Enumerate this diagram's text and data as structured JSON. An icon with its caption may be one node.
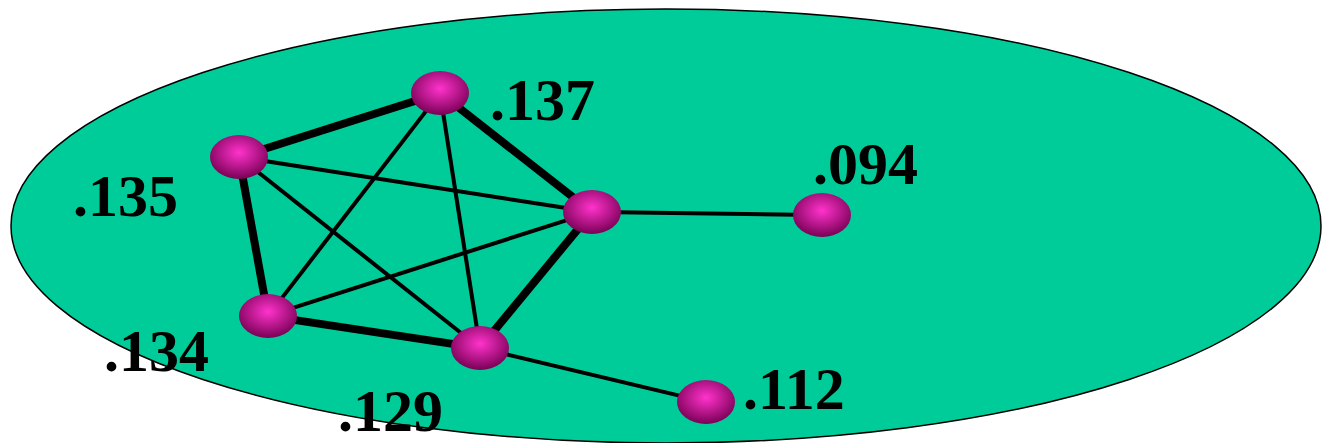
{
  "diagram": {
    "nodes": [
      {
        "text": [],
        "shape": "ellipse"
      },
      {
        "text": [],
        "shape": "ellipse",
        "in": 0,
        "beside": [
          ".137"
        ]
      },
      {
        "text": [],
        "shape": "ellipse",
        "in": 0,
        "beside": [
          ".135"
        ]
      },
      {
        "text": [],
        "shape": "ellipse",
        "in": 0
      },
      {
        "text": [],
        "shape": "ellipse",
        "in": 0,
        "beside": [
          ".094"
        ]
      },
      {
        "text": [],
        "shape": "ellipse",
        "in": 0,
        "beside": [
          ".134"
        ]
      },
      {
        "text": [],
        "shape": "ellipse",
        "in": 0,
        "beside": [
          ".129"
        ]
      },
      {
        "text": [],
        "shape": "ellipse",
        "in": 0,
        "beside": [
          ".112"
        ]
      }
    ],
    "edges": [
      {
        "from": 1,
        "to": 2,
        "arrow": "none",
        "style": "thick"
      },
      {
        "from": 1,
        "to": 3,
        "arrow": "none",
        "style": "thick"
      },
      {
        "from": 1,
        "to": 5,
        "arrow": "none"
      },
      {
        "from": 1,
        "to": 6,
        "arrow": "none"
      },
      {
        "from": 2,
        "to": 3,
        "arrow": "none"
      },
      {
        "from": 2,
        "to": 5,
        "arrow": "none",
        "style": "thick"
      },
      {
        "from": 2,
        "to": 6,
        "arrow": "none"
      },
      {
        "from": 3,
        "to": 5,
        "arrow": "none"
      },
      {
        "from": 3,
        "to": 6,
        "arrow": "none",
        "style": "thick"
      },
      {
        "from": 3,
        "to": 4,
        "arrow": "none"
      },
      {
        "from": 5,
        "to": 6,
        "arrow": "none",
        "style": "thick"
      },
      {
        "from": 6,
        "to": 7,
        "arrow": "none"
      }
    ]
  }
}
